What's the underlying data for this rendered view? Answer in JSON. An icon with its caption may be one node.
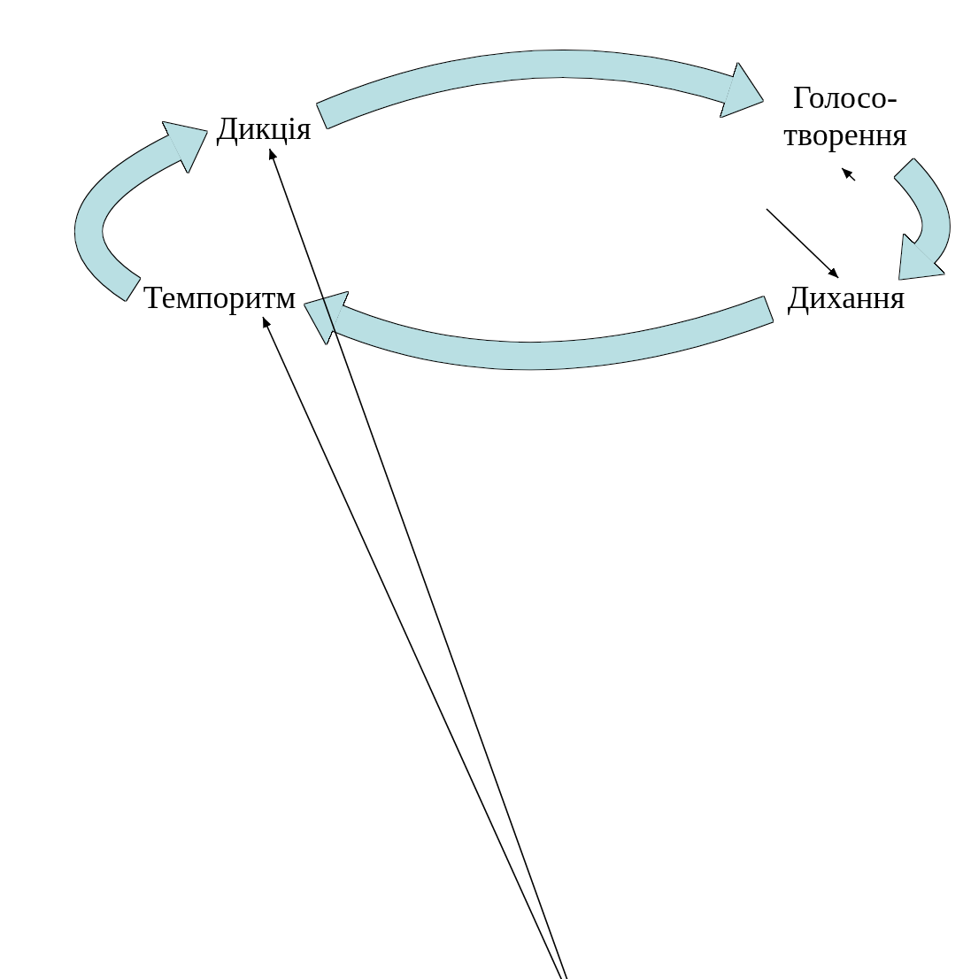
{
  "diagram": {
    "nodes": [
      {
        "text": [
          "Дикція"
        ]
      },
      {
        "text": [
          "Голосо- творення"
        ]
      },
      {
        "text": [
          "Темпоритм"
        ]
      },
      {
        "text": [
          "Дихання"
        ]
      }
    ],
    "edges": [
      {
        "from": 0,
        "to": 1,
        "arrow": "to",
        "style": "thick"
      },
      {
        "from": 1,
        "to": 3,
        "arrow": "to",
        "style": "thick"
      },
      {
        "from": 3,
        "to": 2,
        "arrow": "to",
        "style": "thick"
      },
      {
        "from": 2,
        "to": 0,
        "arrow": "to",
        "style": "thick"
      },
      {
        "from": null,
        "to": 1,
        "arrow": "to",
        "color": "#000000"
      },
      {
        "from": null,
        "to": 3,
        "arrow": "to",
        "color": "#000000"
      },
      {
        "from": null,
        "to": 0,
        "arrow": "to",
        "color": "#000000"
      },
      {
        "from": null,
        "to": 2,
        "arrow": "to",
        "color": "#000000"
      }
    ]
  }
}
